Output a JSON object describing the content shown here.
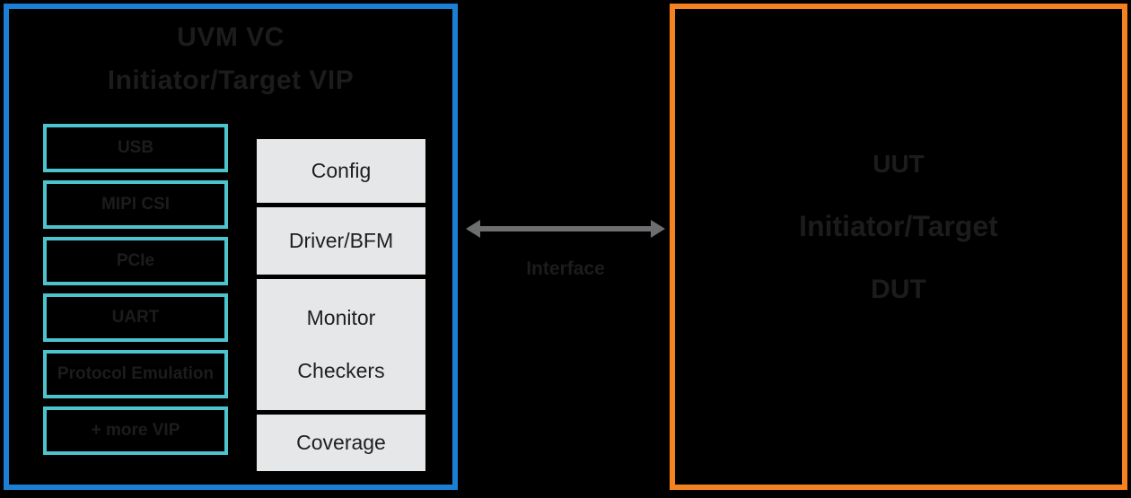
{
  "diagram": {
    "type": "verification-environment-block-diagram",
    "colors": {
      "background": "#000000",
      "vip_border": "#1b7fd4",
      "dut_border": "#f58220",
      "protocol_border": "#4cc3cd",
      "component_fill": "#e6e7e9",
      "connector": "#6d6e70",
      "dark_text": "#1c1c1c"
    }
  },
  "vip_panel": {
    "title": "UVM VC",
    "subtitle": "Initiator/Target VIP",
    "protocols": [
      {
        "label": "USB"
      },
      {
        "label": "MIPI CSI"
      },
      {
        "label": "PCIe"
      },
      {
        "label": "UART"
      },
      {
        "label": "Protocol Emulation"
      },
      {
        "label": "+ more VIP"
      }
    ],
    "components": [
      {
        "label": "Config",
        "lines": [
          "Config"
        ]
      },
      {
        "label": "Driver/BFM",
        "lines": [
          "Driver/BFM"
        ]
      },
      {
        "label": "Monitor / Checkers",
        "lines": [
          "Monitor",
          "Checkers"
        ]
      },
      {
        "label": "Coverage",
        "lines": [
          "Coverage"
        ]
      }
    ]
  },
  "connector": {
    "label": "Interface",
    "arrow_left": "arrow-left-icon",
    "arrow_right": "arrow-right-icon"
  },
  "dut_panel": {
    "line1": "UUT",
    "line2": "Initiator/Target",
    "line3": "DUT"
  }
}
